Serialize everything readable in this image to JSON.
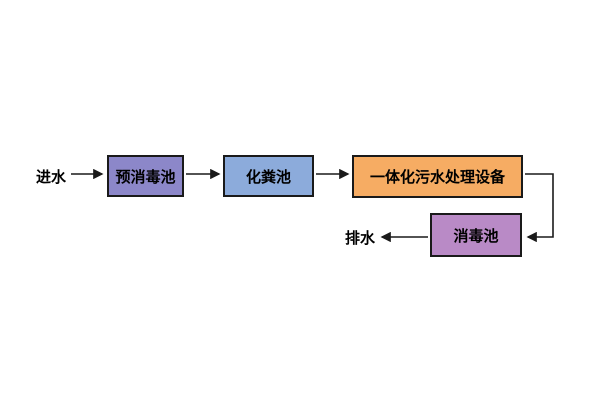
{
  "diagram": {
    "type": "flowchart",
    "description": "Sewage treatment process flow",
    "inlet_label": "进水",
    "outlet_label": "排水",
    "nodes": [
      {
        "id": "pre-disinfection-tank",
        "label": "预消毒池",
        "fill": "#8c87c9"
      },
      {
        "id": "septic-tank",
        "label": "化粪池",
        "fill": "#8cabdb"
      },
      {
        "id": "integrated-sewage-treatment-equipment",
        "label": "一体化污水处理设备",
        "fill": "#f6ac63"
      },
      {
        "id": "disinfection-tank",
        "label": "消毒池",
        "fill": "#b98ac6"
      }
    ],
    "flow_order": [
      "进水",
      "预消毒池",
      "化粪池",
      "一体化污水处理设备",
      "消毒池",
      "排水"
    ],
    "line_color": "#1a1a1a",
    "background_color": "#ffffff"
  }
}
